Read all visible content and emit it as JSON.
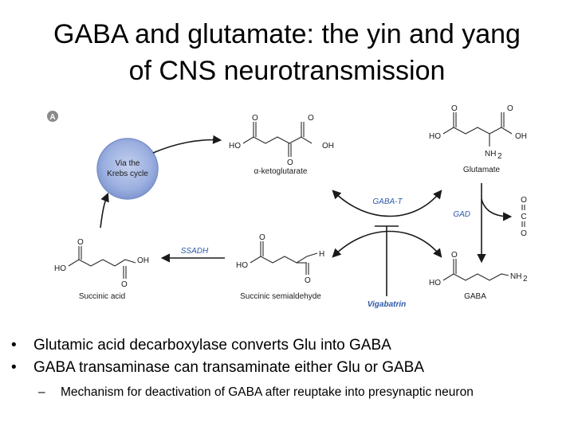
{
  "slide": {
    "title_line1": "GABA and glutamate: the yin and yang",
    "title_line2": "of CNS neurotransmission"
  },
  "diagram": {
    "panel_label": "A",
    "krebs_line1": "Via the",
    "krebs_line2": "Krebs cycle",
    "compounds": {
      "alpha_ketoglutarate": "α-ketoglutarate",
      "glutamate": "Glutamate",
      "succinic_acid": "Succinic acid",
      "succinic_semialdehyde": "Succinic semialdehyde",
      "gaba": "GABA"
    },
    "enzymes": {
      "gaba_t": "GABA-T",
      "gad": "GAD",
      "ssadh": "SSADH"
    },
    "inhibitor": "Vigabatrin",
    "atoms": {
      "O": "O",
      "HO": "HO",
      "OH": "OH",
      "H": "H",
      "C": "C",
      "NH2": "NH",
      "sub2": "2"
    },
    "colors": {
      "krebs_circle": "#8ea3d6",
      "enzyme_text": "#2e5aa8",
      "inhibitor_text": "#2e5aa8"
    }
  },
  "bullets": [
    {
      "marker": "•",
      "text": "Glutamic acid decarboxylase converts Glu into GABA"
    },
    {
      "marker": "•",
      "text": "GABA transaminase can transaminate either Glu or GABA"
    }
  ],
  "sub_bullets": [
    {
      "marker": "–",
      "text": "Mechanism for deactivation of GABA after reuptake into presynaptic neuron"
    }
  ]
}
